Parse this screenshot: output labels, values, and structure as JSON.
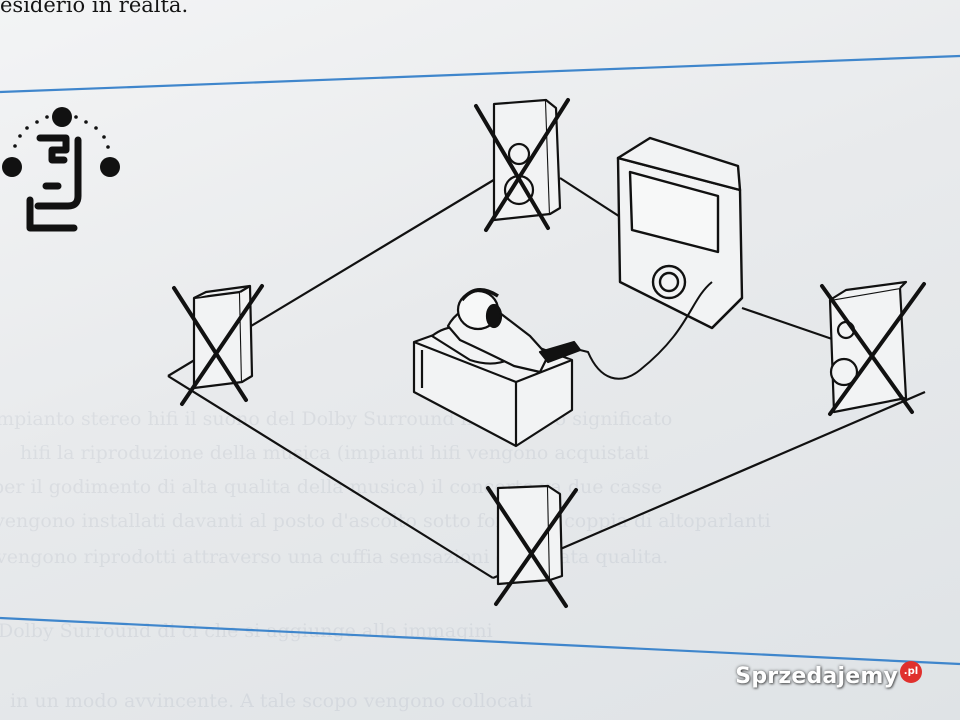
{
  "page": {
    "top_text": "esiderio in realta.",
    "bleed_through_lines": [
      "impianto stereo hifi il suono del Dolby Surround ha un altro significato",
      "hifi la riproduzione della musica (impianti hifi vengono acquistati",
      "per il godimento di alta qualita della musica) il concerto va due casse",
      "vengono installati davanti al posto d'ascolto sotto forma di coppia di altoparlanti",
      "vengono riprodotti attraverso una cuffia sensazioni di elevata qualita.",
      "Dolby Surround di ci che si aggiunge alle immagini",
      "in un modo avvincente. A tale scopo vengono collocati"
    ]
  },
  "illustration": {
    "subject": "headphones-listener-with-crossed-out-speakers",
    "crossed_out_speakers": 4,
    "ink_color": "#111111",
    "paper_color": "#f0f1f2",
    "ruled_line_color": "#3f86cc"
  },
  "watermark": {
    "name": "Sprzedajemy",
    "badge": ".pl"
  }
}
